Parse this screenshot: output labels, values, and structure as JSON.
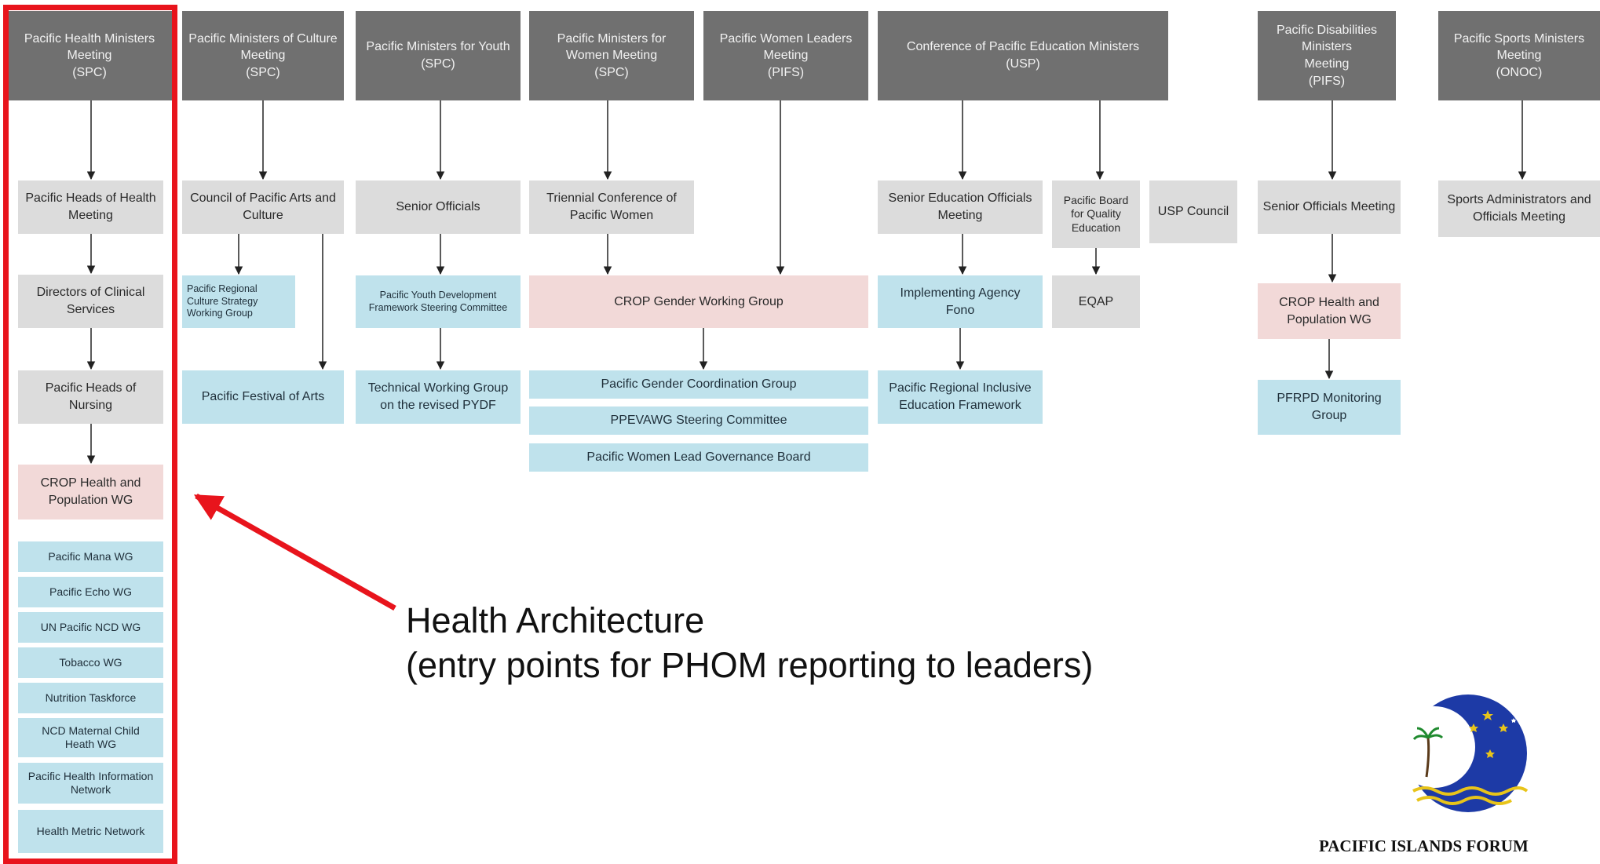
{
  "ministerial_meetings": {
    "health": "Pacific Health Ministers\nMeeting\n(SPC)",
    "culture": "Pacific Ministers of Culture\nMeeting\n(SPC)",
    "youth": "Pacific Ministers for Youth\n(SPC)",
    "women": "Pacific Ministers for\nWomen Meeting\n(SPC)",
    "women_leaders": "Pacific Women Leaders\nMeeting\n(PIFS)",
    "education": "Conference of Pacific Education Ministers\n(USP)",
    "disabilities": "Pacific Disabilities Ministers\nMeeting\n(PIFS)",
    "sports": "Pacific Sports Ministers\nMeeting\n(ONOC)"
  },
  "health_column": {
    "heads_of_health": "Pacific Heads of Health\nMeeting",
    "clinical_services": "Directors of Clinical\nServices",
    "heads_of_nursing": "Pacific Heads of\nNursing",
    "crop_health": "CROP Health and\nPopulation WG",
    "working_groups": [
      "Pacific Mana WG",
      "Pacific Echo WG",
      "UN Pacific NCD WG",
      "Tobacco WG",
      "Nutrition Taskforce",
      "NCD Maternal Child\nHeath WG",
      "Pacific Health Information\nNetwork",
      "Health Metric Network"
    ]
  },
  "culture_column": {
    "council": "Council of Pacific Arts and\nCulture",
    "strategy_wg": "Pacific Regional\nCulture Strategy\nWorking Group",
    "festival": "Pacific Festival of Arts"
  },
  "youth_column": {
    "senior_officials": "Senior Officials",
    "steering_committee": "Pacific Youth Development\nFramework Steering Committee",
    "technical_wg": "Technical Working Group\non the revised PYDF"
  },
  "women_column": {
    "triennial": "Triennial Conference of\nPacific Women",
    "crop_gender": "CROP Gender Working Group",
    "coordination_group": "Pacific Gender Coordination Group",
    "ppevawg": "PPEVAWG Steering Committee",
    "lead_board": "Pacific Women Lead Governance Board"
  },
  "education_column": {
    "senior_officials": "Senior Education Officials\nMeeting",
    "board_quality": "Pacific Board\nfor Quality\nEducation",
    "usp_council": "USP Council",
    "implementing_agency": "Implementing Agency\nFono",
    "eqap": "EQAP",
    "inclusive_framework": "Pacific Regional Inclusive\nEducation Framework"
  },
  "disabilities_column": {
    "senior_officials": "Senior Officials Meeting",
    "crop_health": "CROP Health and\nPopulation WG",
    "monitoring_group": "PFRPD Monitoring Group"
  },
  "sports_column": {
    "administrators": "Sports Administrators and\nOfficials Meeting"
  },
  "callout": {
    "text": "Health Architecture\n(entry points for PHOM reporting to leaders)"
  },
  "logo": {
    "name": "PACIFIC ISLANDS FORUM"
  },
  "colors": {
    "ministerial": "#707070",
    "officials": "#dcdcdc",
    "crop": "#f2d9d8",
    "technical": "#bfe2ec",
    "highlight": "#e8141c",
    "logo_blue": "#1d3aa6",
    "logo_gold": "#e8c41a"
  }
}
